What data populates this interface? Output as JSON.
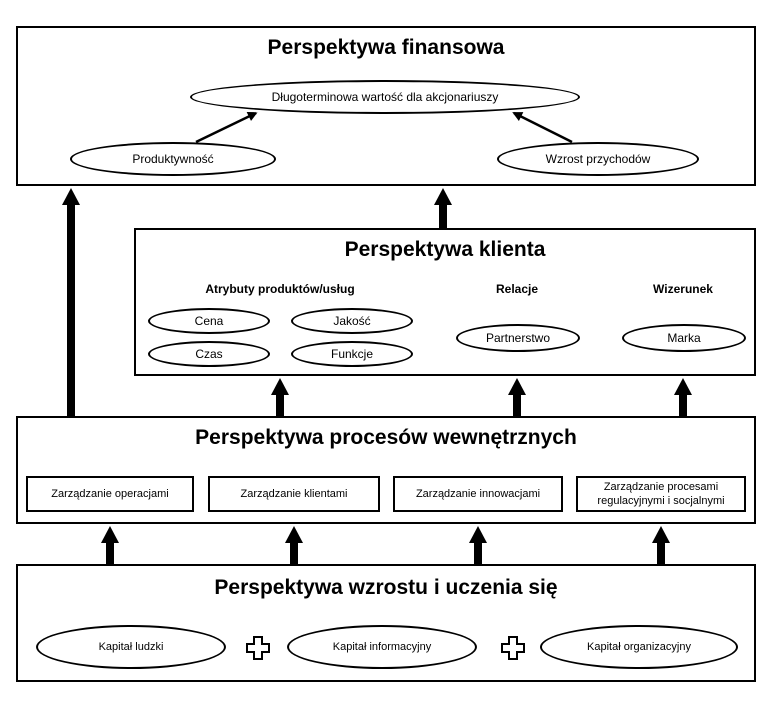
{
  "financial": {
    "title": "Perspektywa finansowa",
    "top_goal": "Długoterminowa wartość dla akcjonariuszy",
    "left": "Produktywność",
    "right": "Wzrost przychodów"
  },
  "customer": {
    "title": "Perspektywa klienta",
    "attributes_label": "Atrybuty produktów/usług",
    "attributes": [
      "Cena",
      "Jakość",
      "Czas",
      "Funkcje"
    ],
    "relations_label": "Relacje",
    "relations_item": "Partnerstwo",
    "image_label": "Wizerunek",
    "image_item": "Marka"
  },
  "internal": {
    "title": "Perspektywa procesów wewnętrznych",
    "processes": [
      "Zarządzanie operacjami",
      "Zarządzanie klientami",
      "Zarządzanie innowacjami",
      "Zarządzanie procesami regulacyjnymi i socjalnymi"
    ]
  },
  "learning": {
    "title": "Perspektywa wzrostu i uczenia się",
    "capitals": [
      "Kapitał ludzki",
      "Kapitał informacyjny",
      "Kapitał organizacyjny"
    ]
  }
}
